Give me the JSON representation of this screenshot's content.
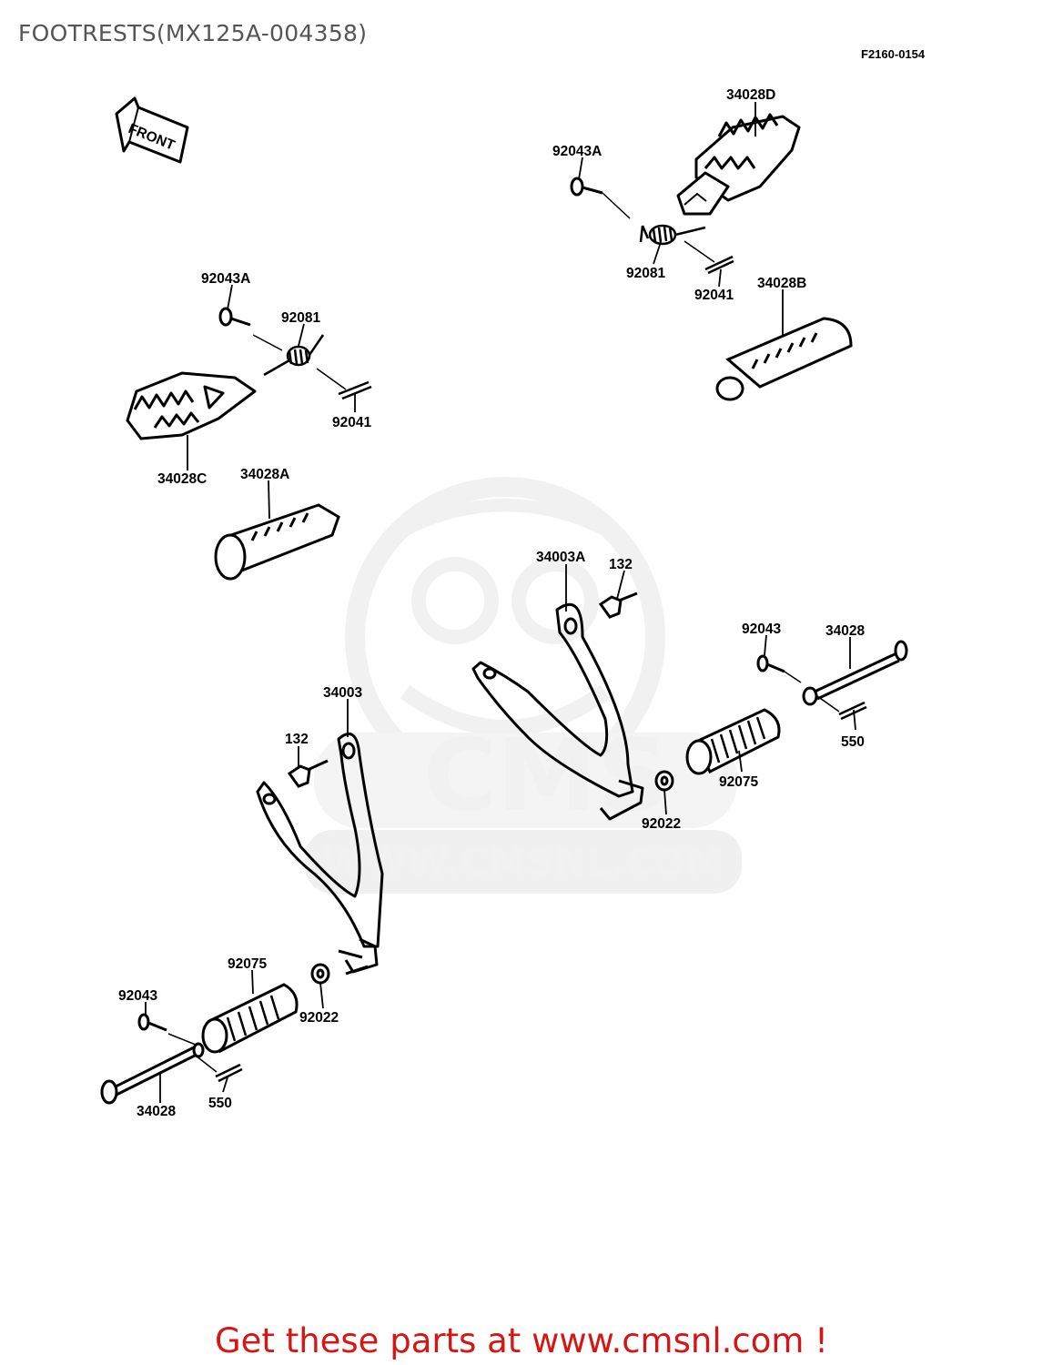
{
  "header": {
    "title": "FOOTRESTS(MX125A-004358)",
    "figure_code": "F2160-0154"
  },
  "front_arrow": {
    "label": "FRONT",
    "icon": "front-arrow-icon"
  },
  "watermark": {
    "logo": "cms-mascot-logo",
    "brand": "CMS",
    "url": "WWW.CMSNL.COM"
  },
  "parts": [
    {
      "id": "p1",
      "number": "34028D"
    },
    {
      "id": "p2",
      "number": "92043A"
    },
    {
      "id": "p3",
      "number": "92081"
    },
    {
      "id": "p4",
      "number": "92041"
    },
    {
      "id": "p5",
      "number": "34028B"
    },
    {
      "id": "p6",
      "number": "92043A"
    },
    {
      "id": "p7",
      "number": "92081"
    },
    {
      "id": "p8",
      "number": "92041"
    },
    {
      "id": "p9",
      "number": "34028C"
    },
    {
      "id": "p10",
      "number": "34028A"
    },
    {
      "id": "p11",
      "number": "34003A"
    },
    {
      "id": "p12",
      "number": "132"
    },
    {
      "id": "p13",
      "number": "92043"
    },
    {
      "id": "p14",
      "number": "34028"
    },
    {
      "id": "p15",
      "number": "550"
    },
    {
      "id": "p16",
      "number": "92075"
    },
    {
      "id": "p17",
      "number": "92022"
    },
    {
      "id": "p18",
      "number": "34003"
    },
    {
      "id": "p19",
      "number": "132"
    },
    {
      "id": "p20",
      "number": "92075"
    },
    {
      "id": "p21",
      "number": "92043"
    },
    {
      "id": "p22",
      "number": "92022"
    },
    {
      "id": "p23",
      "number": "34028"
    },
    {
      "id": "p24",
      "number": "550"
    }
  ],
  "footer": {
    "banner": "Get these parts at www.cmsnl.com !"
  }
}
